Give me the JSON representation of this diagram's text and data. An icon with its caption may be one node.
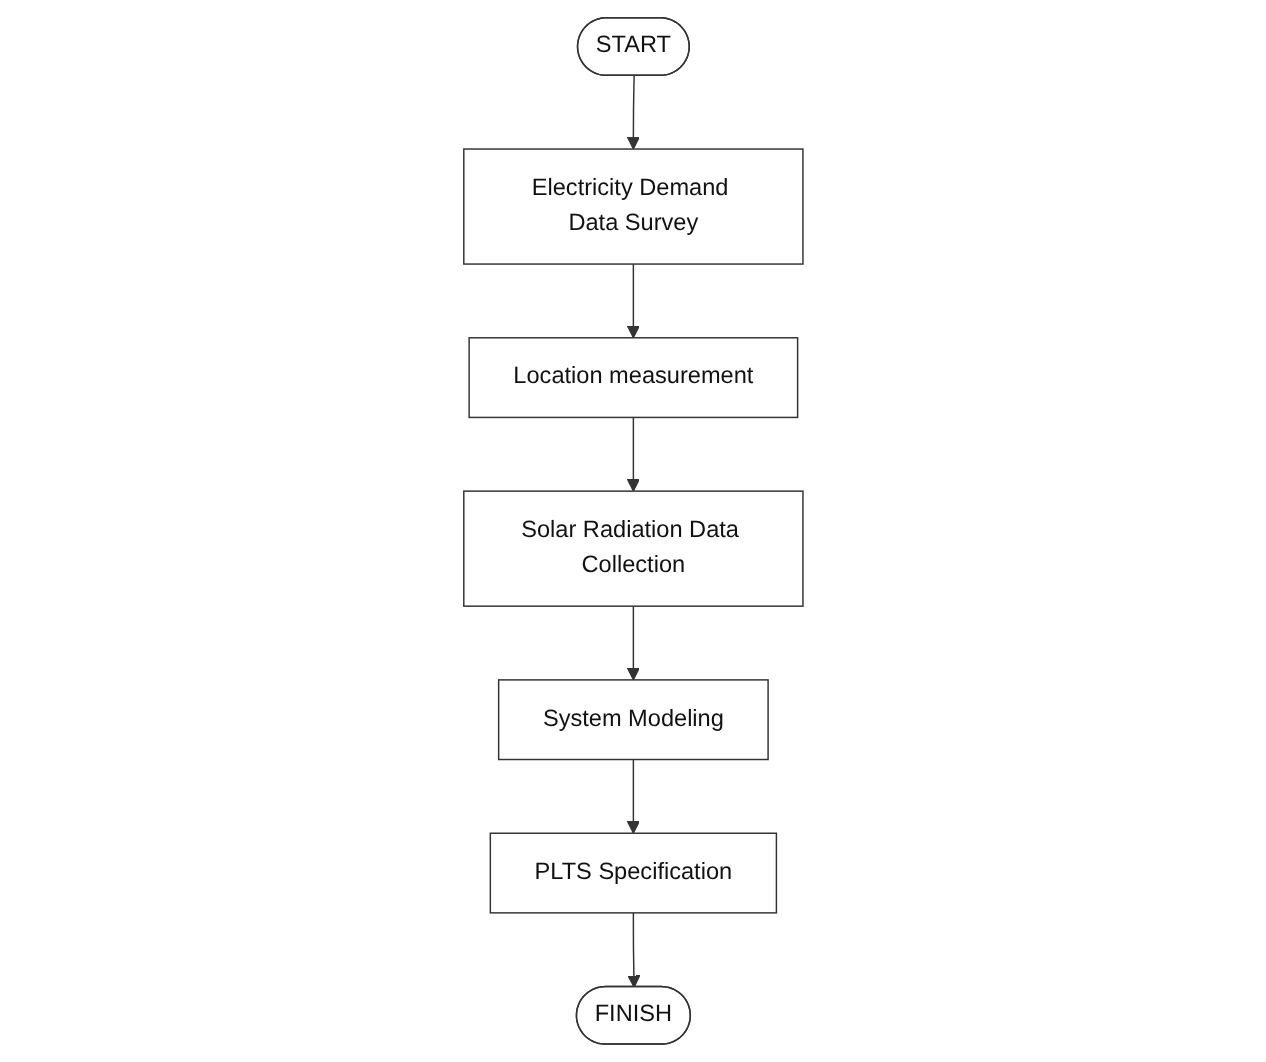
{
  "diagram": {
    "nodes": [
      {
        "text": [
          "START"
        ]
      },
      {
        "text": [
          "Electricity Demand Data Survey"
        ]
      },
      {
        "text": [
          "Location measurement"
        ]
      },
      {
        "text": [
          "Solar Radiation Data Collection"
        ]
      },
      {
        "text": [
          "System Modeling"
        ]
      },
      {
        "text": [
          "PLTS Specification"
        ]
      },
      {
        "text": [
          "FINISH"
        ]
      }
    ],
    "edges": [
      {
        "from": 0,
        "to": 1,
        "arrow": "to"
      },
      {
        "from": 1,
        "to": 2,
        "arrow": "to"
      },
      {
        "from": 2,
        "to": 3,
        "arrow": "to"
      },
      {
        "from": 3,
        "to": 4,
        "arrow": "to"
      },
      {
        "from": 4,
        "to": 5,
        "arrow": "to"
      },
      {
        "from": 5,
        "to": 6,
        "arrow": "to"
      }
    ]
  }
}
